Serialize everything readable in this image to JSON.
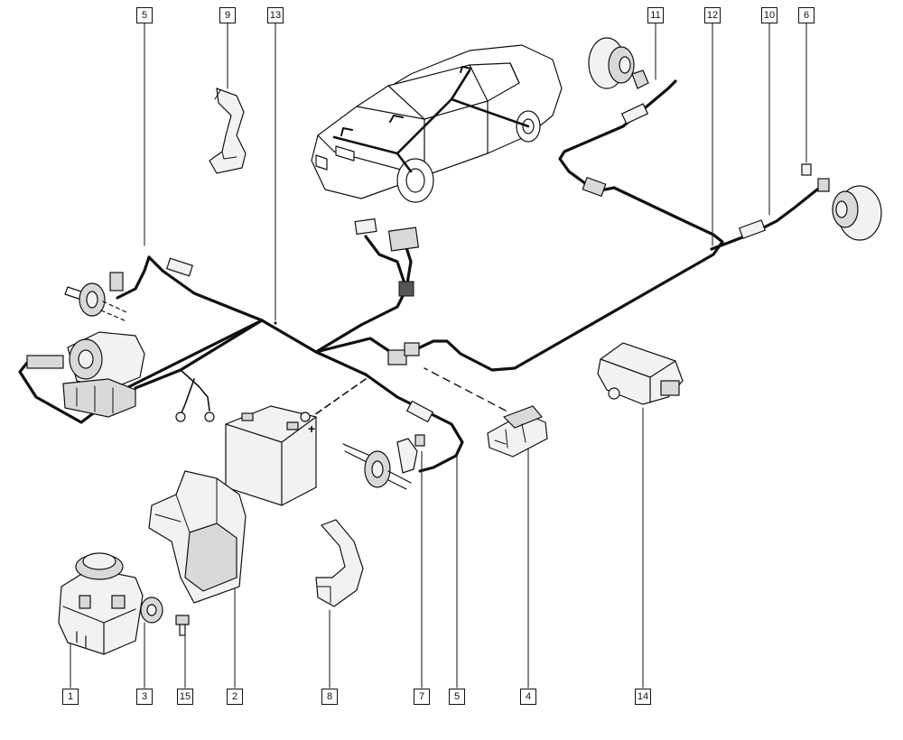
{
  "callouts": {
    "top": [
      "5",
      "9",
      "13",
      "11",
      "12",
      "10",
      "6"
    ],
    "bottom": [
      "1",
      "3",
      "15",
      "2",
      "8",
      "7",
      "5",
      "4",
      "14"
    ]
  },
  "battery": {
    "plus_label": "+"
  },
  "colors": {
    "line": "#111111",
    "paper": "#ffffff",
    "shade": "#d9d9d9"
  }
}
